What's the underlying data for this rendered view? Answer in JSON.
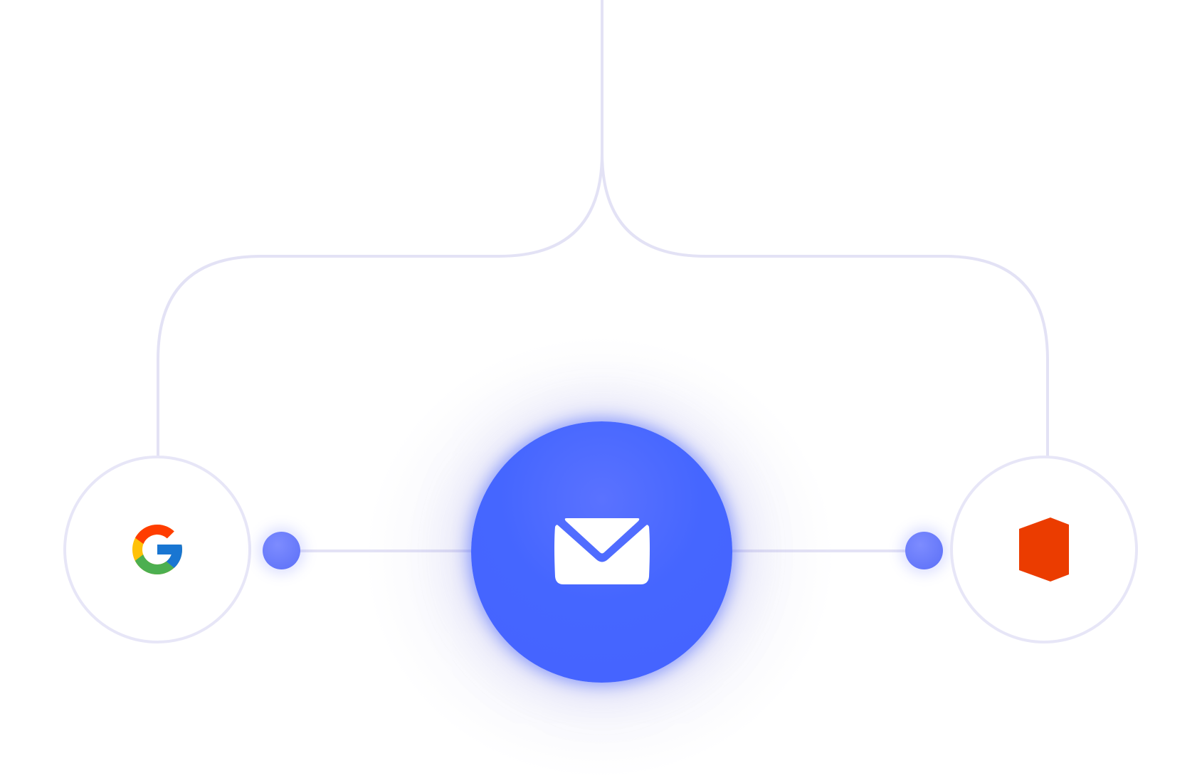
{
  "diagram": {
    "nodes": [
      {
        "id": "google",
        "icon": "google-g-logo-icon"
      },
      {
        "id": "mail",
        "icon": "envelope-icon"
      },
      {
        "id": "office",
        "icon": "microsoft-office-logo-icon"
      }
    ],
    "edges": [
      {
        "from": "top-trunk",
        "to": "google"
      },
      {
        "from": "top-trunk",
        "to": "office"
      },
      {
        "from": "google",
        "to": "mail"
      },
      {
        "from": "mail",
        "to": "office"
      }
    ]
  },
  "colors": {
    "hub": "#4563ff",
    "connector_dot": "#6a7cff",
    "connector_line": "#e3e2f5",
    "node_ring": "#e7e6f7",
    "office_red": "#eb3c00",
    "google_red": "#ea4335",
    "google_yellow": "#fbbc05",
    "google_green": "#34a853",
    "google_blue": "#4285f4"
  }
}
